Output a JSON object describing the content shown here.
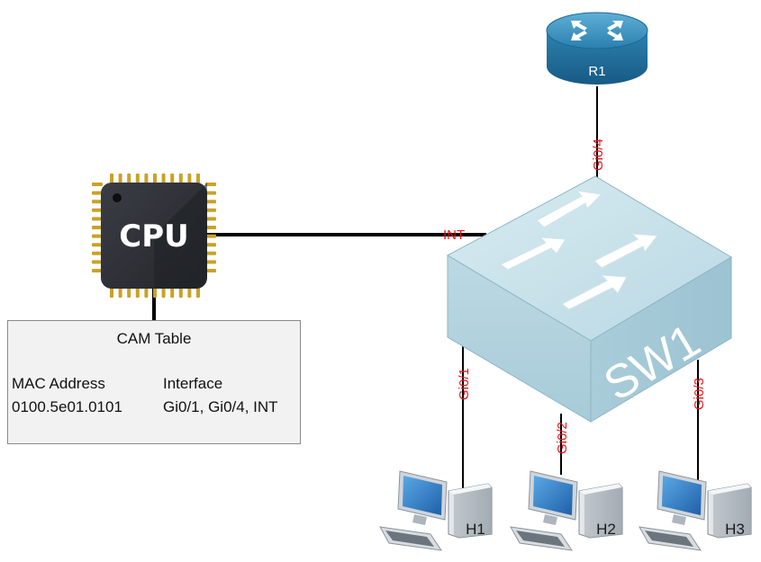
{
  "colors": {
    "port_label": "#e8141b",
    "cpu_body": "#2f3137",
    "cpu_pins": "#c9a227",
    "switch_body": "#b8d6e0",
    "router_body": "#2d7fa8",
    "link": "#000000"
  },
  "cpu": {
    "label": "CPU",
    "icon": "cpu-chip-icon"
  },
  "switch": {
    "label": "SW1",
    "icon": "switch-icon"
  },
  "router": {
    "label": "R1",
    "icon": "router-icon"
  },
  "ports": {
    "int": "INT",
    "r1_link": "Gi0/4",
    "h1_link": "Gi0/1",
    "h2_link": "Gi0/2",
    "h3_link": "Gi0/3"
  },
  "hosts": [
    {
      "label": "H1",
      "icon": "workstation-icon"
    },
    {
      "label": "H2",
      "icon": "workstation-icon"
    },
    {
      "label": "H3",
      "icon": "workstation-icon"
    }
  ],
  "cam_table": {
    "title": "CAM Table",
    "headers": [
      "MAC Address",
      "Interface"
    ],
    "rows": [
      [
        "0100.5e01.0101",
        "Gi0/1, Gi0/4, INT"
      ]
    ]
  }
}
